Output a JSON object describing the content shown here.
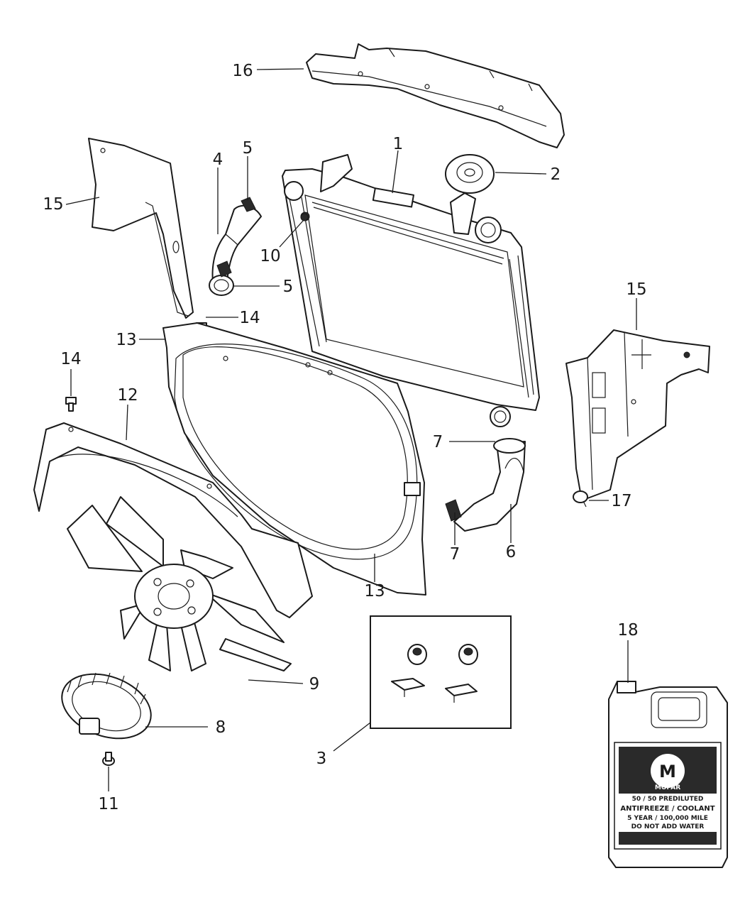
{
  "callouts": {
    "c1": "1",
    "c2": "2",
    "c3": "3",
    "c4": "4",
    "c5a": "5",
    "c5b": "5",
    "c6": "6",
    "c7a": "7",
    "c7b": "7",
    "c8": "8",
    "c9": "9",
    "c10": "10",
    "c11": "11",
    "c12": "12",
    "c13a": "13",
    "c13b": "13",
    "c14a": "14",
    "c14b": "14",
    "c15a": "15",
    "c15b": "15",
    "c16": "16",
    "c17": "17",
    "c18": "18"
  },
  "jug_label": {
    "brand": "MOPAR",
    "line1": "50 / 50 PREDILUTED",
    "line2": "ANTIFREEZE / COOLANT",
    "line3": "5 YEAR / 100,000 MILE",
    "line4": "DO NOT ADD WATER"
  },
  "colors": {
    "ink": "#1a1a1a",
    "background": "#ffffff"
  }
}
